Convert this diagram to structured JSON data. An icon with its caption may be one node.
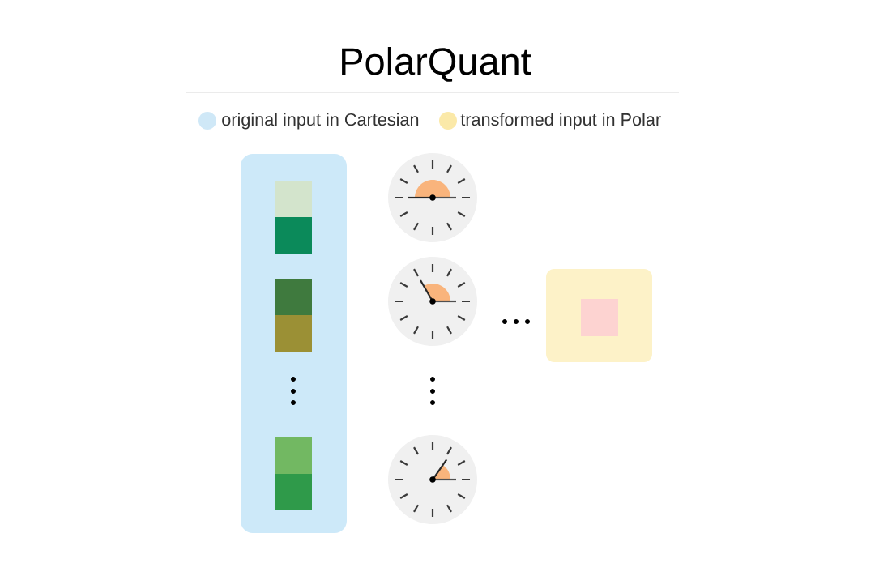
{
  "diagram": {
    "title": "PolarQuant",
    "nodes": [
      {
        "text": [],
        "shape": "box"
      },
      {
        "text": [],
        "shape": "box",
        "in": 0
      },
      {
        "text": [],
        "shape": "box",
        "in": 0
      },
      {
        "text": [],
        "shape": "box",
        "in": 0
      },
      {
        "text": [],
        "shape": "box",
        "in": 0
      },
      {
        "text": [],
        "shape": "box",
        "in": 0
      },
      {
        "text": [],
        "shape": "box",
        "in": 0
      },
      {
        "text": [],
        "shape": "circle"
      },
      {
        "text": [],
        "shape": "circle"
      },
      {
        "text": [],
        "shape": "circle"
      },
      {
        "text": [],
        "shape": "box"
      },
      {
        "text": [],
        "shape": "box",
        "in": 10
      }
    ],
    "legend": [
      {
        "text": "original input in Cartesian",
        "color": "#cfe8f7"
      },
      {
        "text": "transformed input in Polar",
        "color": "#fbe9a8"
      }
    ]
  }
}
